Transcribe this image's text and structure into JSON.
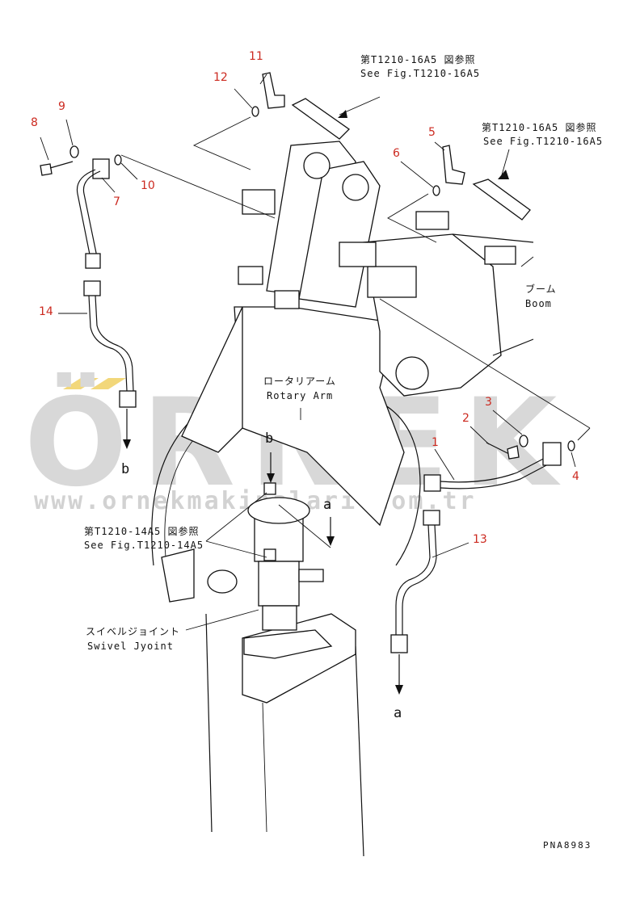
{
  "watermark": {
    "brand": "ÖRNEK",
    "url": "www.ornekmakinalari.com.tr",
    "accent_color": "#f2d77a"
  },
  "references": {
    "ref_top_jp": "第T1210-16A5 図参照",
    "ref_top_en": "See Fig.T1210-16A5",
    "ref_right_jp": "第T1210-16A5 図参照",
    "ref_right_en": "See Fig.T1210-16A5",
    "ref_left_jp": "第T1210-14A5 図参照",
    "ref_left_en": "See Fig.T1210-14A5"
  },
  "labels": {
    "boom_jp": "ブーム",
    "boom_en": "Boom",
    "rotary_jp": "ロータリアーム",
    "rotary_en": "Rotary Arm",
    "swivel_jp": "スイベルジョイント",
    "swivel_en": "Swivel Jyoint",
    "arrow_a_top": "a",
    "arrow_a_bottom": "a",
    "arrow_b_top": "b",
    "arrow_b_bottom": "b"
  },
  "part_numbers": [
    "1",
    "2",
    "3",
    "4",
    "5",
    "6",
    "7",
    "8",
    "9",
    "10",
    "11",
    "12",
    "13",
    "14"
  ],
  "drawing_code": "PNA8983",
  "colors": {
    "part_number": "#cc2a20",
    "line": "#111111"
  }
}
